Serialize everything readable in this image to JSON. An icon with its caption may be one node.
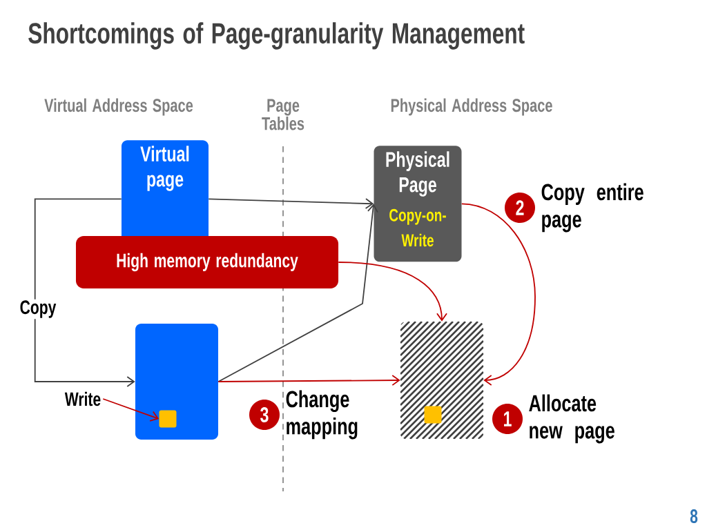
{
  "diagram": {
    "title": "Shortcomings of Page-granularity Management",
    "nodes": [
      {
        "text": [
          "Virtual page"
        ]
      },
      {
        "text": [
          "Physical Page",
          "Copy-on-Write"
        ]
      },
      {
        "text": [
          "High memory redundancy"
        ]
      },
      {
        "text": [],
        "shape": "box"
      },
      {
        "text": [],
        "shape": "box",
        "in": 3
      },
      {
        "text": [
          "Write"
        ]
      },
      {
        "text": [],
        "shape": "box"
      },
      {
        "text": [],
        "shape": "box",
        "in": 6
      },
      {
        "text": [
          "2"
        ],
        "beside": [
          "Copy entire page"
        ]
      },
      {
        "text": [
          "3"
        ],
        "beside": [
          "Change mapping"
        ]
      },
      {
        "text": [
          "1"
        ],
        "beside": [
          "Allocate new page"
        ]
      }
    ],
    "edges": [
      {
        "from": 0,
        "to": 1,
        "arrow": "to",
        "color": "#404040"
      },
      {
        "from": 0,
        "to": 3,
        "arrow": "to",
        "label": "Copy",
        "color": "#404040"
      },
      {
        "from": 3,
        "to": 1,
        "arrow": "to",
        "color": "#404040"
      },
      {
        "from": 3,
        "to": 6,
        "arrow": "to",
        "color": "#c00000"
      },
      {
        "from": 1,
        "to": 6,
        "arrow": "to",
        "color": "#c00000"
      },
      {
        "from": 2,
        "to": 6,
        "arrow": "to",
        "color": "#c00000"
      },
      {
        "from": 5,
        "to": 4,
        "arrow": "to",
        "color": "#c00000"
      }
    ],
    "labels": [
      "Virtual Address Space",
      "Page Tables",
      "Physical Address Space",
      "8"
    ]
  }
}
